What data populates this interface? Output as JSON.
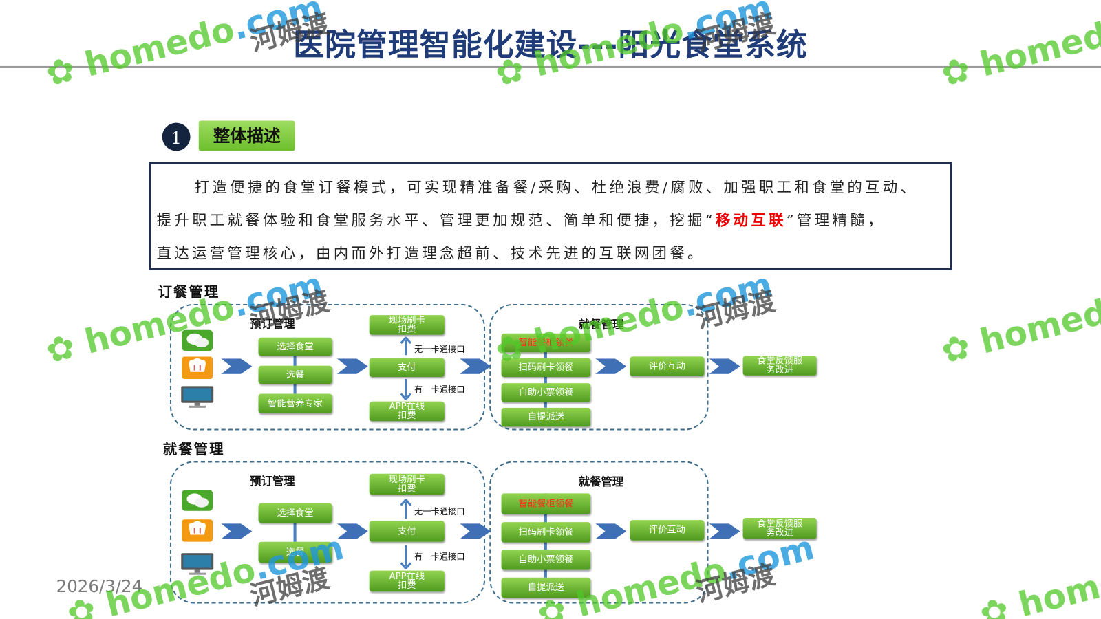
{
  "title": "医院管理智能化建设---阳光食堂系统",
  "section": {
    "number": "1",
    "label": "整体描述"
  },
  "description": {
    "line1": "打造便捷的食堂订餐模式，可实现精准备餐/采购、杜绝浪费/腐败、加强职工和食堂的互动、",
    "line2_a": "提升职工就餐体验和食堂服务水平、管理更加规范、简单和便捷，挖掘“",
    "line2_highlight": "移动互联",
    "line2_b": "”管理精髓，",
    "line3": "直达运营管理核心，由内而外打造理念超前、技术先进的互联网团餐。"
  },
  "diagrams": [
    {
      "heading": "订餐管理",
      "booking_title": "预订管理",
      "dining_title": "就餐管理",
      "channels": [
        "wechat-icon",
        "chef-hat-app-icon",
        "monitor-icon"
      ],
      "booking_steps": [
        "选择食堂",
        "选餐",
        "智能营养专家"
      ],
      "payment": {
        "top": "现场刷卡扣费",
        "center": "支付",
        "bottom": "APP在线扣费",
        "up_label": "无一卡通接口",
        "down_label": "有一卡通接口"
      },
      "dining_steps": [
        "智能餐柜领餐",
        "扫码刷卡领餐",
        "自助小票领餐",
        "自提派送"
      ],
      "review": "评价互动",
      "feedback": "食堂反馈服务改进"
    },
    {
      "heading": "就餐管理",
      "booking_title": "预订管理",
      "dining_title": "就餐管理",
      "channels": [
        "wechat-icon",
        "chef-hat-app-icon",
        "monitor-icon"
      ],
      "booking_steps": [
        "选择食堂",
        "选餐"
      ],
      "payment": {
        "top": "现场刷卡扣费",
        "center": "支付",
        "bottom": "APP在线扣费",
        "up_label": "无一卡通接口",
        "down_label": "有一卡通接口"
      },
      "dining_steps": [
        "智能餐柜领餐",
        "扫码刷卡领餐",
        "自助小票领餐",
        "自提派送"
      ],
      "review": "评价互动",
      "feedback": "食堂反馈服务改进"
    }
  ],
  "date": "2026/3/24",
  "watermark": {
    "latin": "homedo.com",
    "cn": "河姆渡"
  }
}
